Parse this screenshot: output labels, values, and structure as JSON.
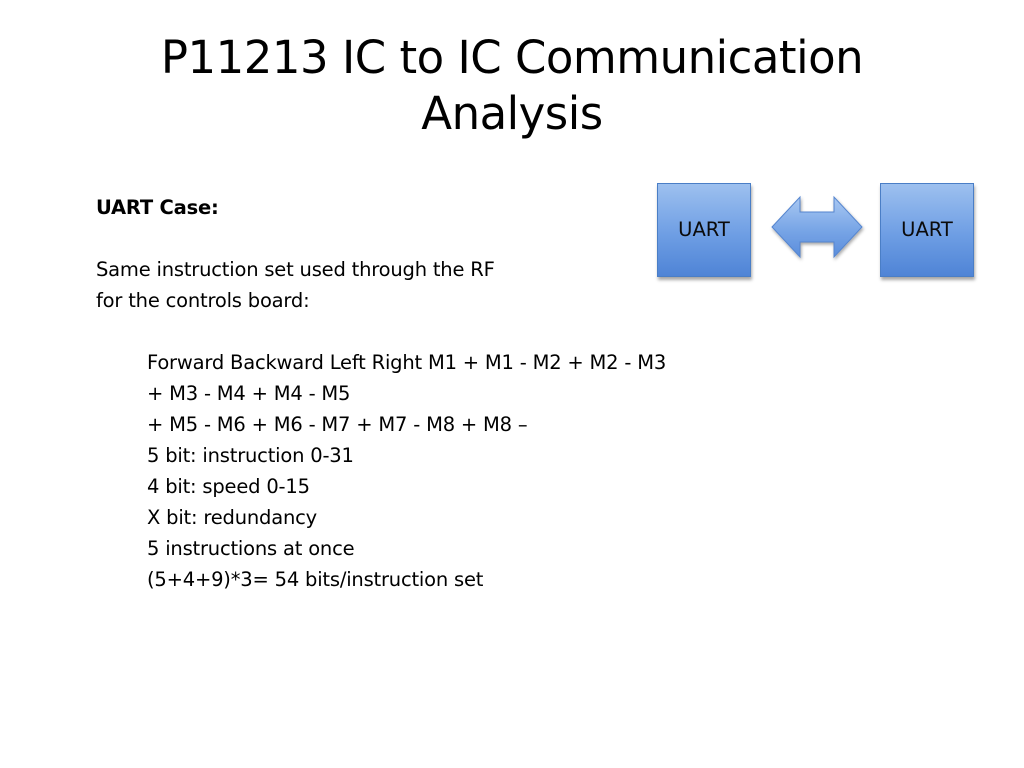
{
  "slide": {
    "title_lines": [
      "P11213 IC to IC Communication",
      "Analysis"
    ],
    "heading": "UART Case:",
    "intro_lines": [
      "Same instruction set used through the RF",
      "for the controls board:"
    ],
    "detail_lines": [
      "Forward Backward Left Right M1 + M1 - M2 + M2 - M3",
      "+ M3 - M4 + M4 - M5",
      "+ M5 - M6 + M6 - M7 + M7 - M8 + M8 –",
      "5 bit: instruction 0-31",
      "4 bit: speed 0-15",
      "X bit: redundancy",
      "5 instructions at once",
      "(5+4+9)*3= 54 bits/instruction set"
    ]
  },
  "diagram": {
    "left_box_label": "UART",
    "right_box_label": "UART",
    "arrow_icon": "double-headed-arrow-icon",
    "box_color": "#6e9ee4",
    "arrow_color": "#78a5e6"
  }
}
